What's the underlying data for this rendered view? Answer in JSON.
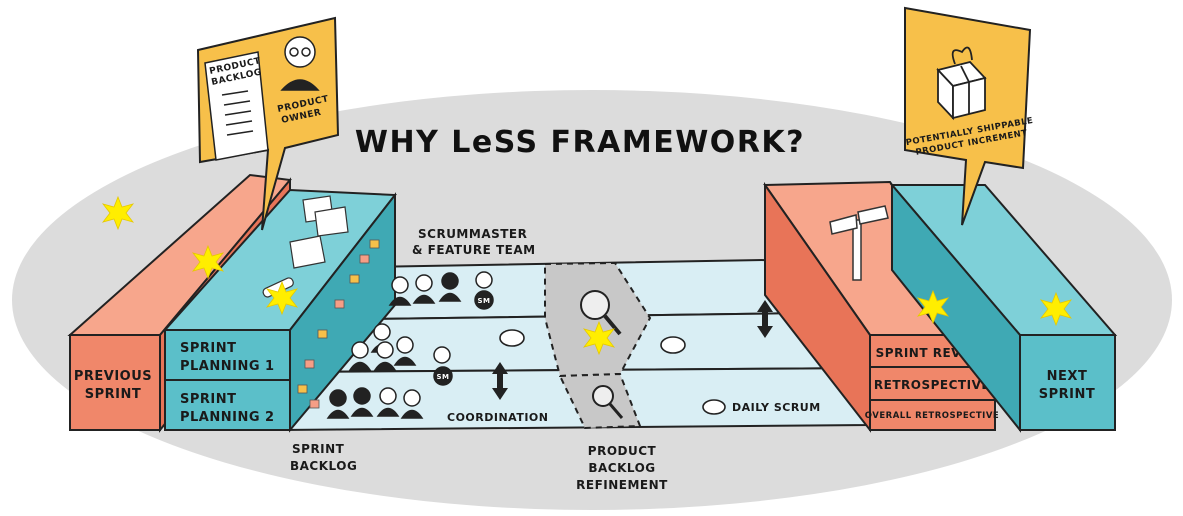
{
  "title": "WHY LeSS FRAMEWORK?",
  "sign_left": {
    "backlog_line1": "PRODUCT",
    "backlog_line2": "BACKLOG",
    "role_line1": "PRODUCT",
    "role_line2": "OWNER"
  },
  "sign_right": {
    "line1": "POTENTIALLY SHIPPABLE",
    "line2": "PRODUCT INCREMENT"
  },
  "team_label_line1": "SCRUMMASTER",
  "team_label_line2": "& FEATURE TEAM",
  "sm_badge": "SM",
  "blocks": {
    "previous_sprint_line1": "PREVIOUS",
    "previous_sprint_line2": "SPRINT",
    "planning1_line1": "SPRINT",
    "planning1_line2": "PLANNING 1",
    "planning2_line1": "SPRINT",
    "planning2_line2": "PLANNING 2",
    "sprint_review": "SPRINT REVIEW",
    "retrospective": "RETROSPECTIVE",
    "overall_retrospective": "OVERALL RETROSPECTIVE",
    "next_sprint_line1": "NEXT",
    "next_sprint_line2": "SPRINT"
  },
  "bottom_labels": {
    "sprint_backlog_line1": "SPRINT",
    "sprint_backlog_line2": "BACKLOG",
    "coordination": "COORDINATION",
    "daily_scrum": "DAILY SCRUM",
    "pbr_line1": "PRODUCT",
    "pbr_line2": "BACKLOG",
    "pbr_line3": "REFINEMENT"
  },
  "colors": {
    "ellipse": "#dcdcdc",
    "salmon": "#f0876a",
    "teal": "#5bbfc9",
    "light_blue": "#d9eef4",
    "sign_yellow": "#f7c04a",
    "star": "#ffee00"
  }
}
